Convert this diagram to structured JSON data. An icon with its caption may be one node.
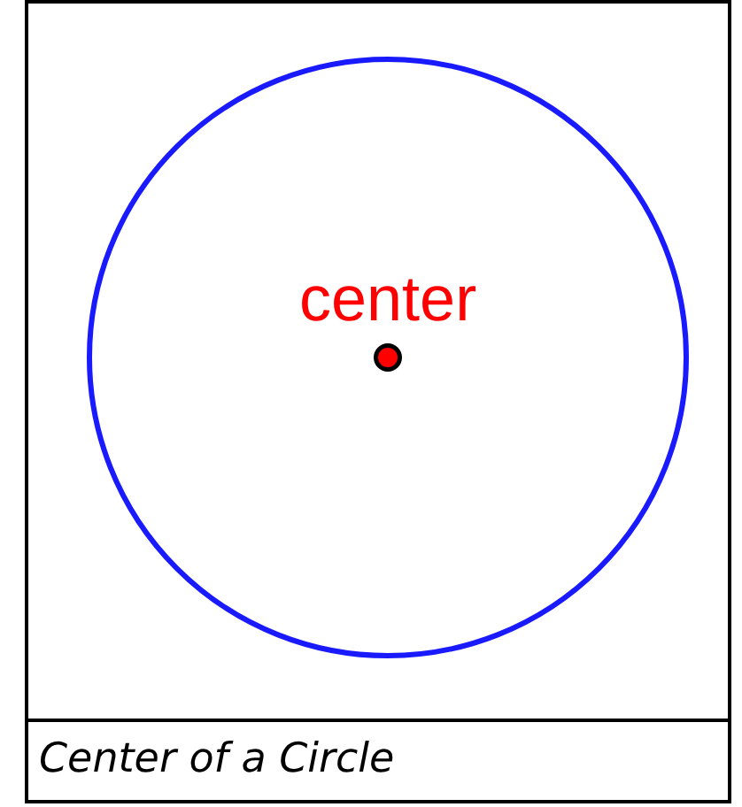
{
  "diagram": {
    "caption": "Center of a Circle",
    "nodes": [
      {
        "text": [],
        "shape": "circle"
      },
      {
        "text": [],
        "shape": "circle",
        "in": 0,
        "beside": [
          "center"
        ]
      }
    ]
  }
}
